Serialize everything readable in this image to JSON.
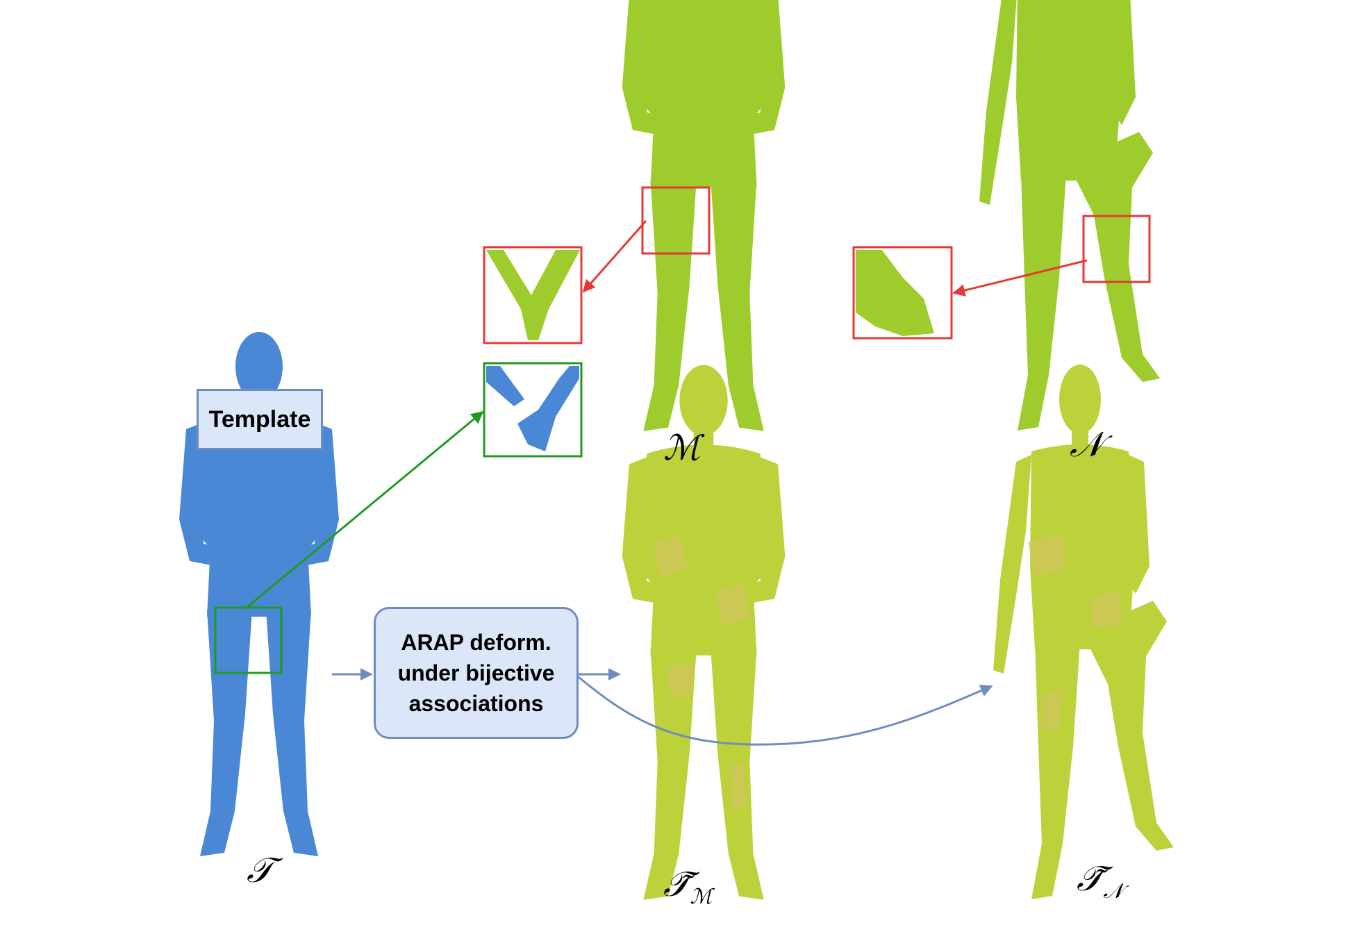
{
  "labels": {
    "template": "Template",
    "arap_box": "ARAP deform.\nunder bijective\nassociations",
    "template_symbol": "𝒯",
    "mesh_m": "ℳ",
    "mesh_n": "𝒩",
    "deformed_m_main": "𝒯̃",
    "deformed_m_sub": "ℳ",
    "deformed_n_main": "𝒯̃",
    "deformed_n_sub": "𝒩"
  },
  "colors": {
    "template_mesh": "#4a88d6",
    "target_mesh": "#9dcc2c",
    "deformed_mesh": "#bcd13a",
    "red_highlight": "#e53935",
    "green_highlight": "#1f9a1f",
    "flow_arrow": "#6f8cc0",
    "box_fill": "#dbe7f8"
  },
  "figures": [
    {
      "id": "template",
      "color": "#4a88d6",
      "pose": "standing-hands-together"
    },
    {
      "id": "target-m",
      "color": "#9dcc2c",
      "pose": "standing-hands-together"
    },
    {
      "id": "target-n",
      "color": "#9dcc2c",
      "pose": "leg-raised"
    },
    {
      "id": "deformed-m",
      "color": "#bcd13a",
      "pose": "standing-hands-together"
    },
    {
      "id": "deformed-n",
      "color": "#bcd13a",
      "pose": "leg-raised"
    }
  ]
}
